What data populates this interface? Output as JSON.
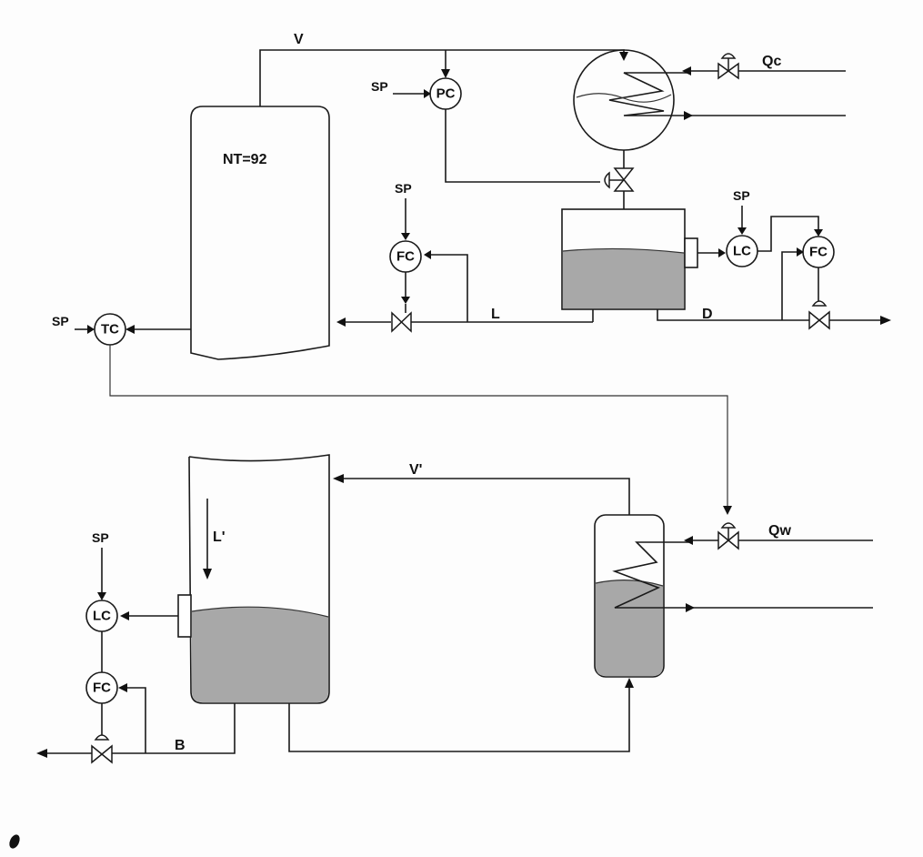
{
  "column_label": "NT=92",
  "streams": {
    "vapor_top": "V",
    "reflux": "L",
    "distillate": "D",
    "vapor_boilup": "V'",
    "liquid_down": "L'",
    "bottoms": "B",
    "condenser_duty": "Qc",
    "reboiler_duty": "Qw"
  },
  "controllers": {
    "pc": "PC",
    "fc_reflux": "FC",
    "lc_drum": "LC",
    "fc_distillate": "FC",
    "tc": "TC",
    "lc_bottom": "LC",
    "fc_bottoms": "FC"
  },
  "setpoint_label": "SP",
  "colors": {
    "line": "#1a1a1a",
    "liquid": "#a8a8a8",
    "background": "#fdfdfd"
  }
}
